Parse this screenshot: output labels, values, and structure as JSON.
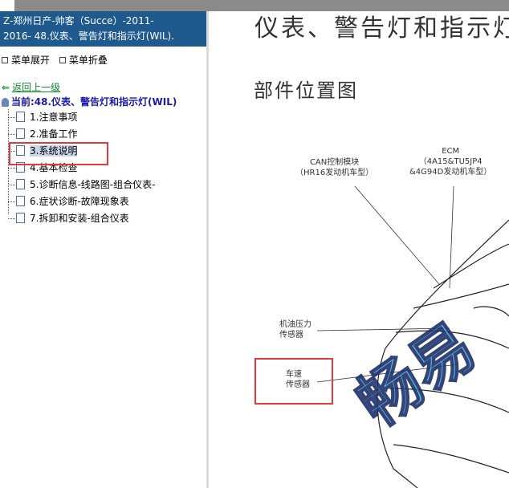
{
  "header": {
    "line1": "Z-郑州日产-帅客（Succe）-2011-",
    "line2": "2016- 48.仪表、警告灯和指示灯(WIL)."
  },
  "menu": {
    "expand": "菜单展开",
    "collapse": "菜单折叠"
  },
  "nav": {
    "back": "返回上一级",
    "current": "当前:48.仪表、警告灯和指示灯(WIL)"
  },
  "tree": {
    "items": [
      {
        "label": "1.注意事项"
      },
      {
        "label": "2.准备工作"
      },
      {
        "label": "3.系统说明"
      },
      {
        "label": "4.基本检查"
      },
      {
        "label": "5.诊断信息-线路图-组合仪表-"
      },
      {
        "label": "6.症状诊断-故障现象表"
      },
      {
        "label": "7.拆卸和安装-组合仪表"
      }
    ]
  },
  "doc": {
    "title": "仪表、警告灯和指示灯",
    "subtitle": "部件位置图",
    "labels": {
      "can_1": "CAN控制模块",
      "can_2": "（HR16发动机车型）",
      "ecm_1": "ECM",
      "ecm_2": "（4A15&TU5JP4",
      "ecm_3": "&4G94D发动机车型）",
      "oil_1": "机油压力",
      "oil_2": "传感器",
      "spd_1": "车速",
      "spd_2": "传感器"
    },
    "watermark": "畅易"
  }
}
